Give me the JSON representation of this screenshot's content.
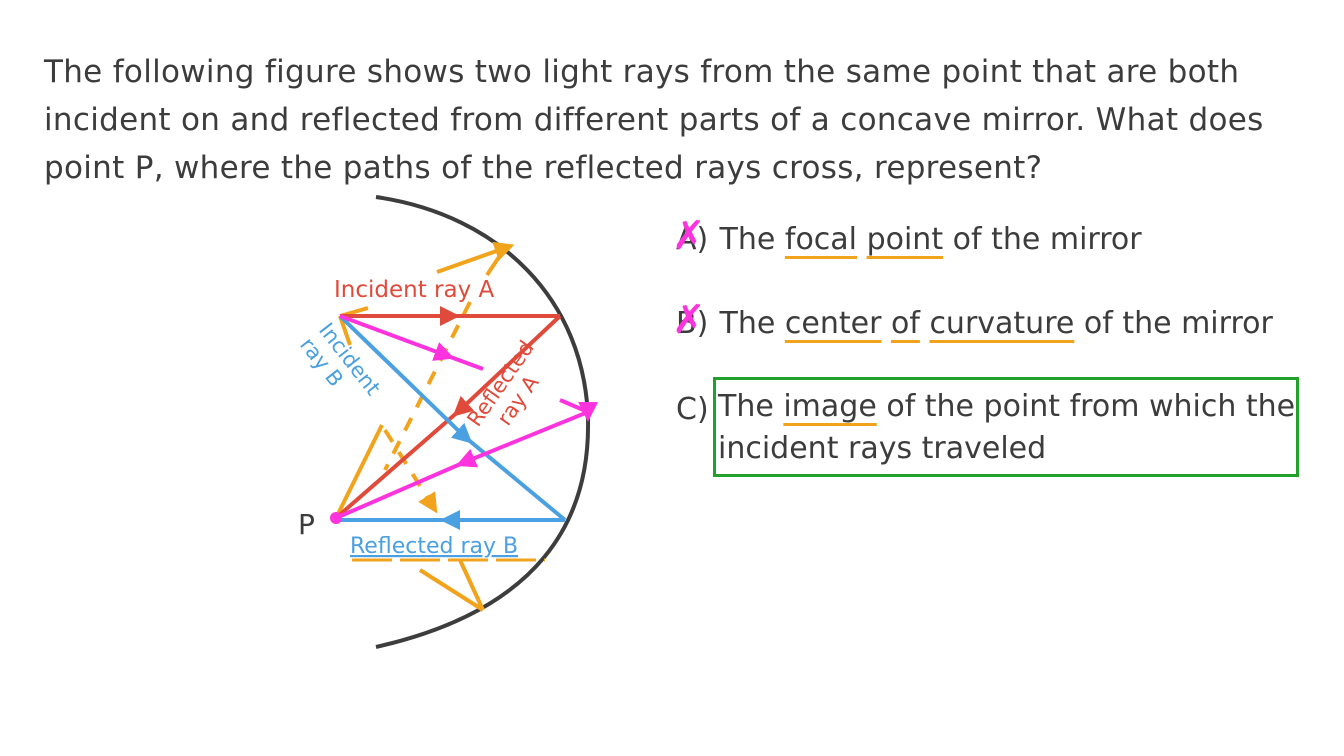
{
  "question": {
    "lines": [
      "The following figure shows two light rays from the same point that are both",
      "incident on and reflected from different parts of a concave mirror. What does",
      "point P, where the paths of the reflected rays cross, represent?"
    ]
  },
  "figure": {
    "labels": {
      "incident_ray_a": "Incident ray A",
      "incident_ray_b_1": "Incident",
      "incident_ray_b_2": "ray B",
      "reflected_ray_a_1": "Reflected",
      "reflected_ray_a_2": "ray A",
      "reflected_ray_b": "Reflected ray B",
      "point_p": "P"
    },
    "colors": {
      "mirror": "#3d3d3d",
      "ray_a": "#e04a3a",
      "ray_b": "#4aa0e0",
      "magenta": "#ff33dd",
      "annotation": "#f2a31c"
    }
  },
  "options": [
    {
      "letter": "A)",
      "pre": "The ",
      "u1": "focal",
      "mid": " ",
      "u2": "point",
      "post": " of the mirror",
      "crossed": true
    },
    {
      "letter": "B)",
      "pre": "The ",
      "u1": "center",
      "mid": " ",
      "u2": "of",
      "mid2": " ",
      "u3": "curvature",
      "post": " of the mirror",
      "crossed": true
    },
    {
      "letter": "C)",
      "pre": "The ",
      "u1": "image",
      "post": " of the point from which the",
      "line2": "incident rays traveled",
      "correct": true
    }
  ],
  "marks": {
    "cross": "✗"
  },
  "colors": {
    "correct_box": "#22a02a",
    "cross": "#ff33dd",
    "underline": "#f2a31c",
    "text": "#3c3c3c"
  }
}
